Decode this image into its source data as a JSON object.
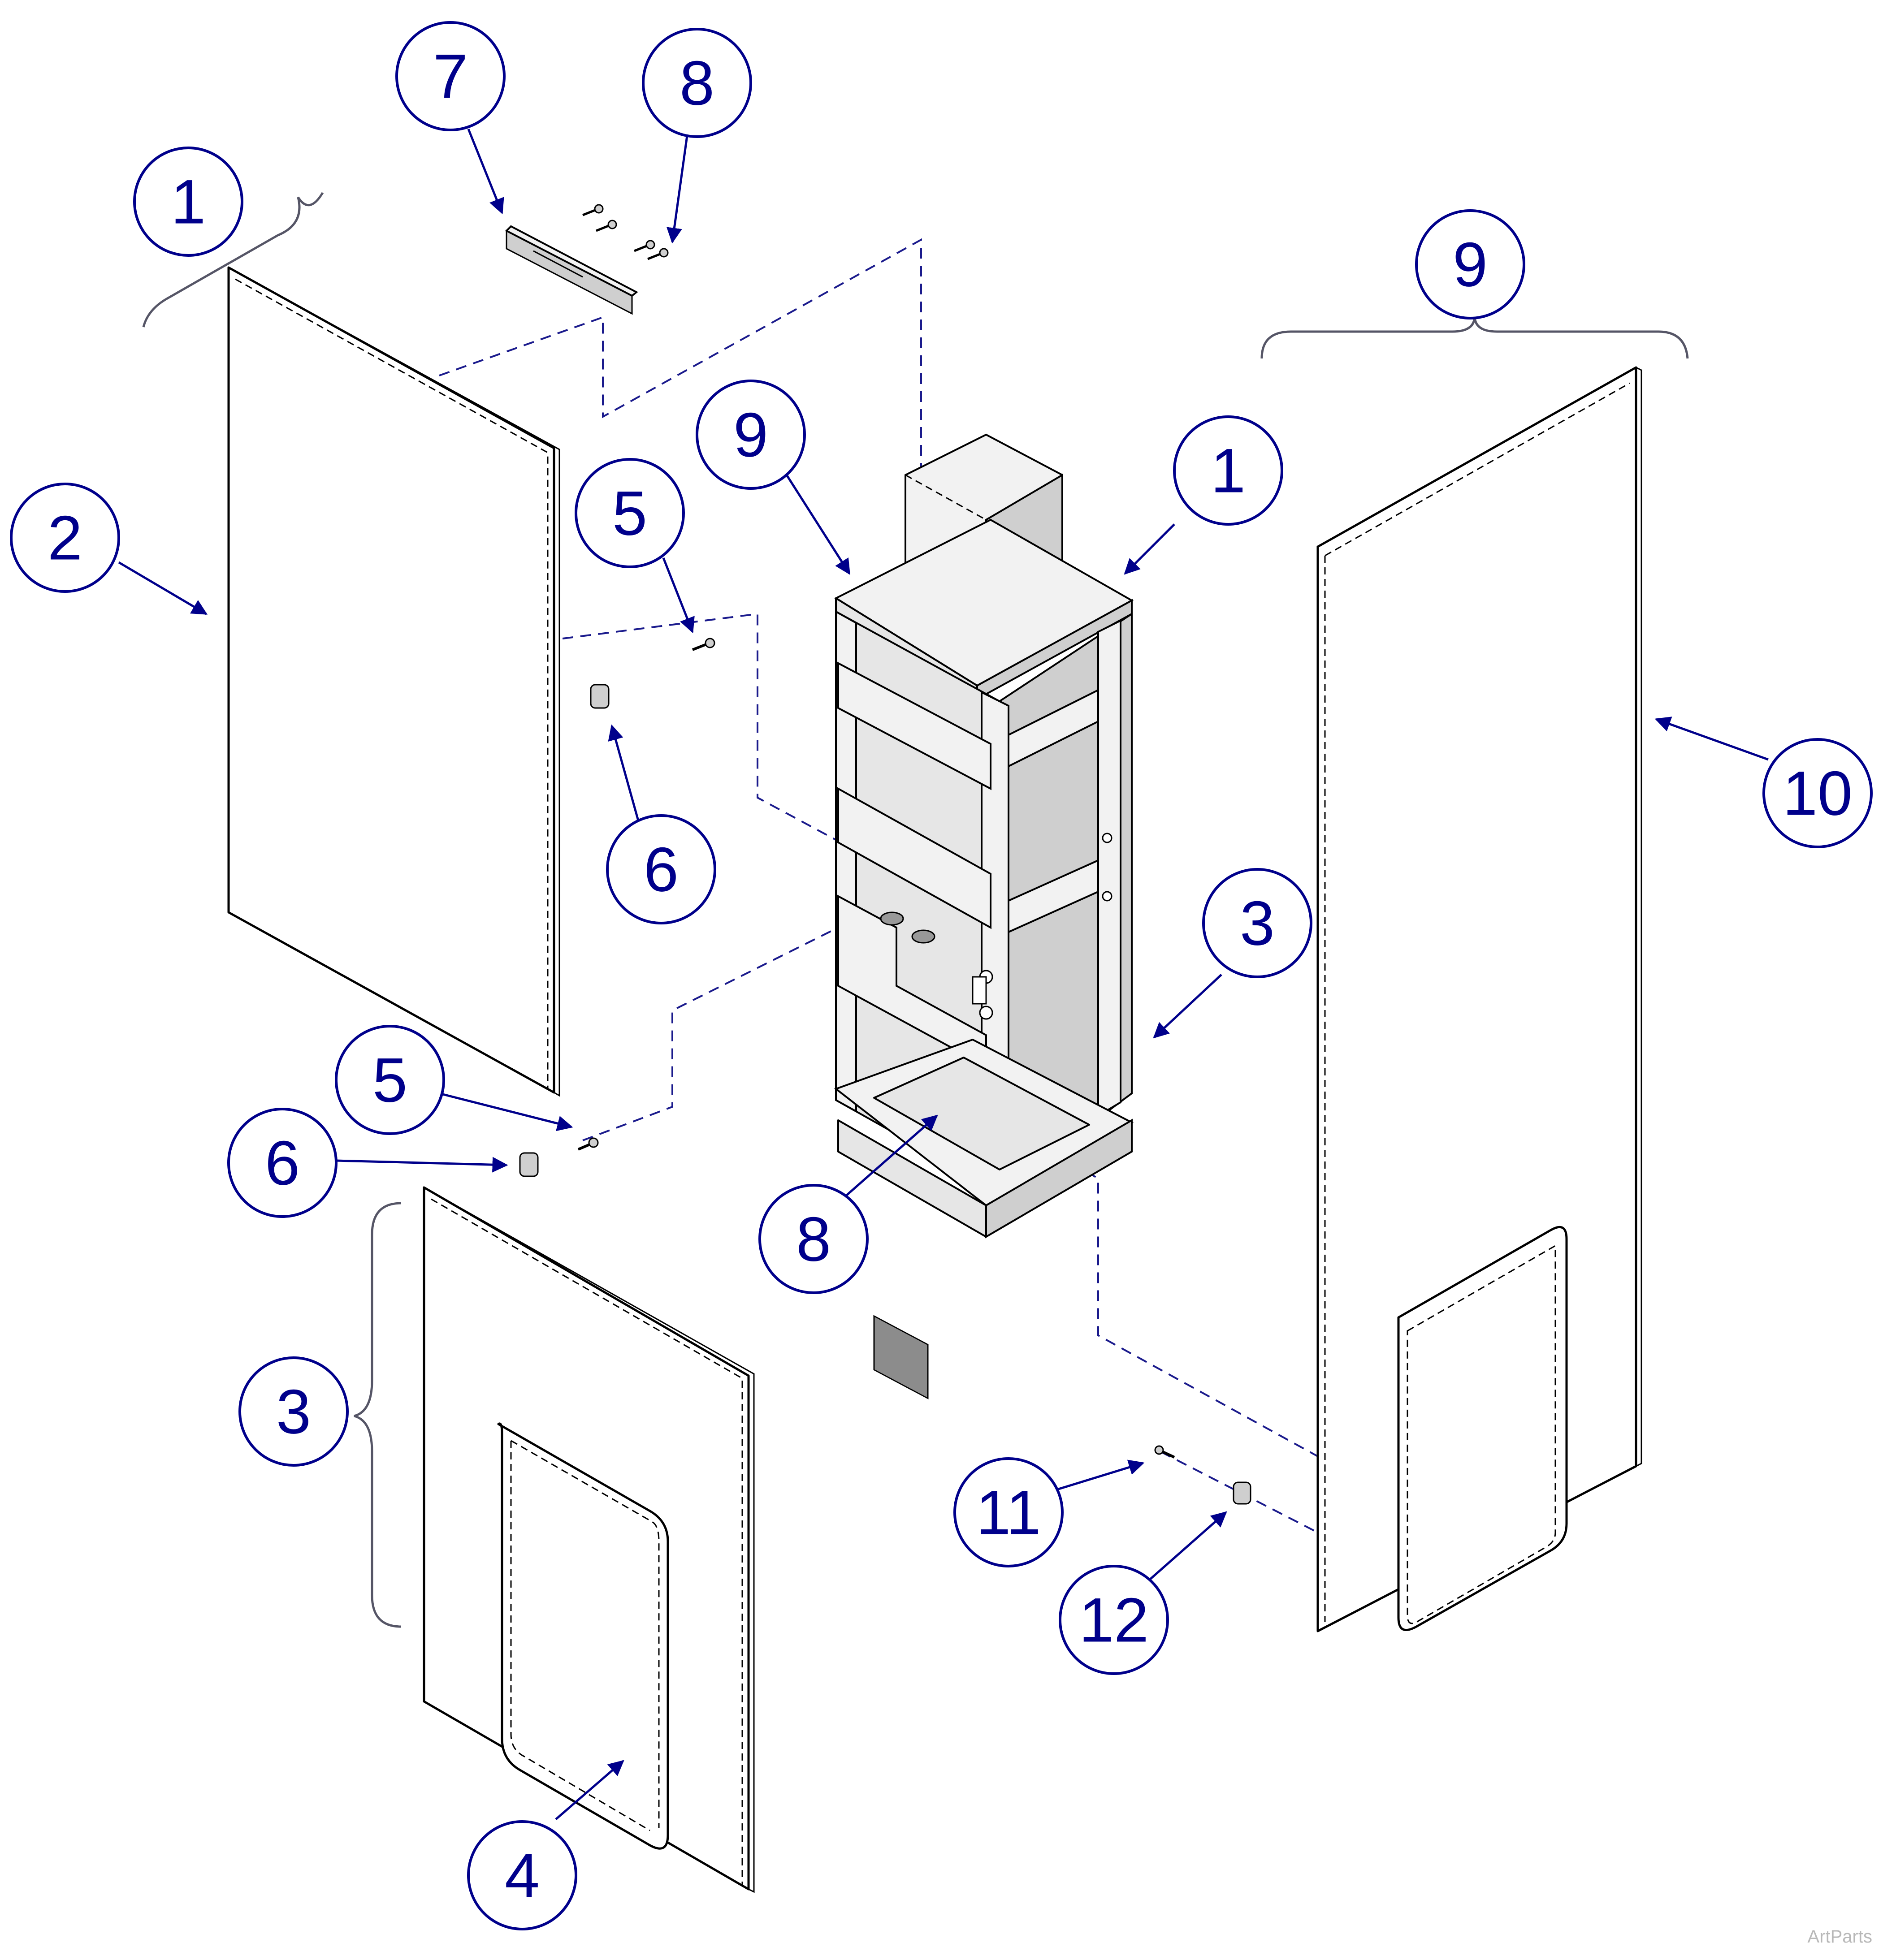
{
  "callouts": [
    {
      "id": "c1a",
      "label": "1"
    },
    {
      "id": "c7",
      "label": "7"
    },
    {
      "id": "c8a",
      "label": "8"
    },
    {
      "id": "c2",
      "label": "2"
    },
    {
      "id": "c9a",
      "label": "9"
    },
    {
      "id": "c1b",
      "label": "1"
    },
    {
      "id": "c9b",
      "label": "9"
    },
    {
      "id": "c5a",
      "label": "5"
    },
    {
      "id": "c6a",
      "label": "6"
    },
    {
      "id": "c10",
      "label": "10"
    },
    {
      "id": "c3a",
      "label": "3"
    },
    {
      "id": "c5b",
      "label": "5"
    },
    {
      "id": "c6b",
      "label": "6"
    },
    {
      "id": "c8b",
      "label": "8"
    },
    {
      "id": "c3b",
      "label": "3"
    },
    {
      "id": "c11",
      "label": "11"
    },
    {
      "id": "c12",
      "label": "12"
    },
    {
      "id": "c4",
      "label": "4"
    }
  ],
  "watermark": "ArtParts",
  "colors": {
    "callout": "#00008b",
    "frame": "#e6e6e6"
  }
}
